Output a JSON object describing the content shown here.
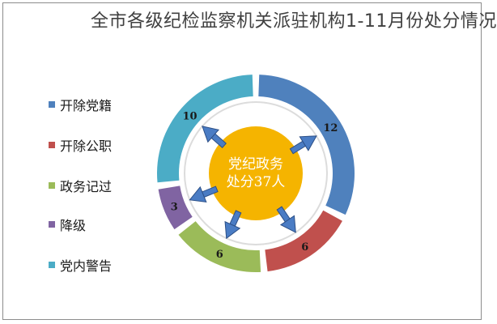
{
  "chart_data": {
    "type": "pie",
    "style": "donut",
    "title": "全市各级纪检监察机关派驻机构1-11月份处分情况",
    "center_text": [
      "党纪政务",
      "处分37人"
    ],
    "categories": [
      "开除党籍",
      "开除公职",
      "政务记过",
      "降级",
      "党内警告"
    ],
    "values": [
      12,
      6,
      6,
      3,
      10
    ],
    "colors": [
      "#4f81bd",
      "#c0504d",
      "#9bbb59",
      "#8064a2",
      "#4bacc6"
    ],
    "legend_position": "left"
  },
  "colors": {
    "center_fill": "#f5b400",
    "arrow_fill": "#4a7cc4",
    "inner_ring": "#dcdcdc"
  }
}
